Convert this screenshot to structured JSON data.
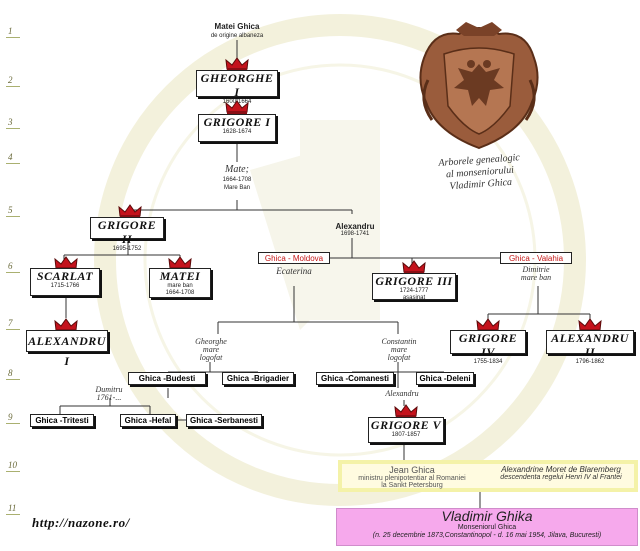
{
  "title": {
    "line1": "Arborele genealogic",
    "line2": "al monseniorului",
    "line3": "Vladimir Ghica"
  },
  "url": "http://nazone.ro/",
  "generations": [
    "1",
    "2",
    "3",
    "4",
    "5",
    "6",
    "7",
    "8",
    "9",
    "10",
    "11"
  ],
  "root": {
    "name": "Matei Ghica",
    "note": "de origine albaneza"
  },
  "persons": {
    "gheorghe1": {
      "name": "GHEORGHE I",
      "dates": "1600-1664"
    },
    "grigore1": {
      "name": "GRIGORE I",
      "dates": "1628-1674"
    },
    "grigore2": {
      "name": "GRIGORE II",
      "dates": "1695-1752"
    },
    "grigore3": {
      "name": "GRIGORE III",
      "dates": "1724-1777",
      "note": "asasinat"
    },
    "scarlat": {
      "name": "SCARLAT",
      "dates": "1715-1766"
    },
    "matei": {
      "name": "MATEI",
      "note": "mare ban",
      "dates": "1664-1708"
    },
    "alexandru1": {
      "name": "ALEXANDRU I"
    },
    "grigore4": {
      "name": "GRIGORE IV",
      "dates": "1755-1834"
    },
    "alexandru2": {
      "name": "ALEXANDRU II",
      "dates": "1796-1862"
    },
    "grigore5": {
      "name": "GRIGORE V",
      "dates": "1807-1857"
    }
  },
  "labels": {
    "mate_name": "Mate;",
    "mate_dates": "1664-1708",
    "mate_role": "Mare Ban",
    "alexandru_name": "Alexandru",
    "alexandru_dates": "1698-1741",
    "ecaterina": "Ecaterina",
    "dimitrie_1": "Dimitrie",
    "dimitrie_2": "mare ban",
    "gheorghe_1": "Gheorghe",
    "gheorghe_2": "mare",
    "gheorghe_3": "logofat",
    "constantin_1": "Constantin",
    "constantin_2": "mare",
    "constantin_3": "logofat",
    "dumitru_1": "Dumitru",
    "dumitru_2": "1761-...",
    "alexandru_small": "Alexandru"
  },
  "branches": {
    "moldova": "Ghica - Moldova",
    "valahia": "Ghica - Valahia",
    "budesti": "Ghica -Budesti",
    "brigadier": "Ghica -Brigadier",
    "comanesti": "Ghica -Comanesti",
    "deleni": "Ghica -Deleni",
    "tritesti": "Ghica -Tritesti",
    "hefal": "Ghica -Hefal",
    "serbanesti": "Ghica -Serbanesti"
  },
  "parents": {
    "father_name": "Jean Ghica",
    "father_desc1": "ministru plenipotentiar al Romaniei",
    "father_desc2": "la Sankt Petersburg",
    "mother_name": "Alexandrine  Moret de Blaremberg",
    "mother_desc": "descendenta regelui Henri IV al Frantei"
  },
  "subject": {
    "name": "Vladimir Ghika",
    "title": "Monseniorul Ghica",
    "life": "(n. 25 decembrie 1873,Constantinopol - d. 16 mai 1954, Jilava, Bucuresti)"
  },
  "colors": {
    "crown": "#c4121c",
    "branch_red": "#c41414",
    "yellow_frame": "#f4f2a8",
    "pink": "#f6a9ec",
    "coat": "#9a5c3c"
  }
}
